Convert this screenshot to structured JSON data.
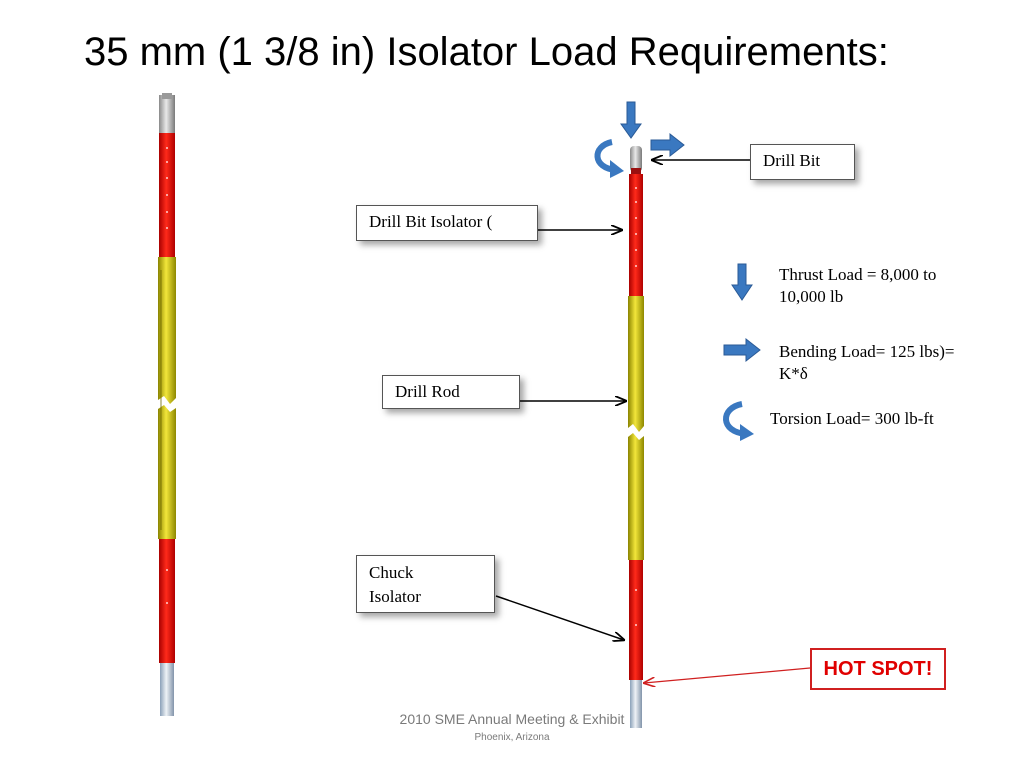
{
  "slide": {
    "title": "35 mm (1 3/8 in) Isolator Load Requirements:"
  },
  "labels": {
    "drill_bit": "Drill Bit",
    "drill_bit_isolator": "Drill Bit Isolator (",
    "drill_rod": "Drill Rod",
    "chuck_isolator_line1": "Chuck",
    "chuck_isolator_line2": "Isolator"
  },
  "legend": {
    "thrust_line1": "Thrust  Load = 8,000 to",
    "thrust_line2": "10,000 lb",
    "bending_line1": "Bending Load=  125 lbs)=",
    "bending_line2": "K*δ",
    "torsion": "Torsion Load=  300 lb-ft"
  },
  "callout": {
    "hot_spot": "HOT SPOT!"
  },
  "footer": {
    "event": "2010 SME Annual Meeting & Exhibit",
    "location": "Phoenix, Arizona"
  },
  "colors": {
    "isolator_red": "#e01010",
    "rod_yellow": "#d8cc10",
    "arrow_blue": "#3a78c0",
    "hot_spot_red": "#d02020"
  }
}
